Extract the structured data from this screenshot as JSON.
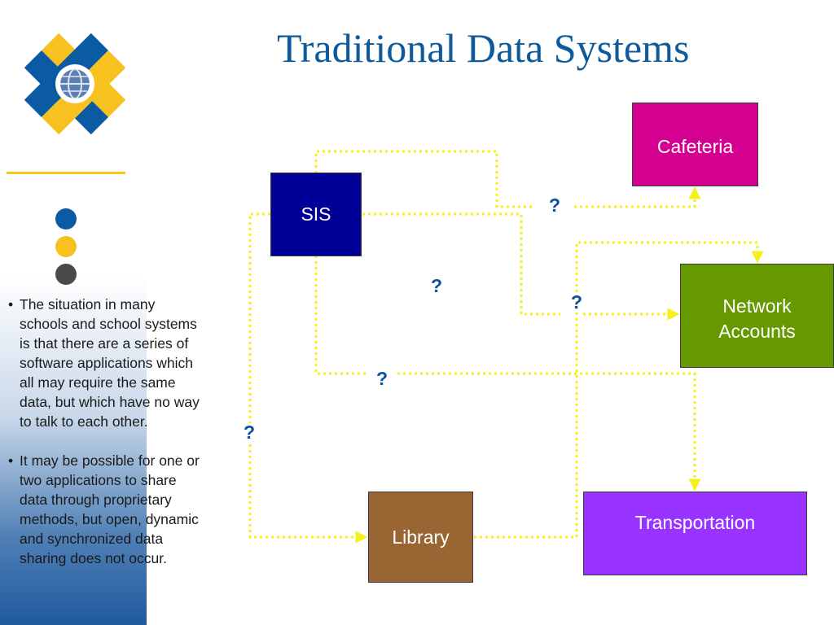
{
  "slide": {
    "title": "Traditional Data Systems",
    "bullets": [
      "The situation in many schools and school systems is that there are a series of software applications which all may require the same data, but which have no way to talk to each other.",
      "It may be possible for one or two applications to share data through proprietary methods, but open, dynamic and synchronized data sharing does not occur."
    ],
    "bullet_mark": "•"
  },
  "diagram": {
    "nodes": {
      "sis": {
        "label": "SIS",
        "color": "#000099"
      },
      "cafeteria": {
        "label": "Cafeteria",
        "color": "#d4008f"
      },
      "network": {
        "label": "Network\nAccounts",
        "color": "#669900"
      },
      "library": {
        "label": "Library",
        "color": "#996633"
      },
      "transportation": {
        "label": "Transportation",
        "color": "#9933ff"
      }
    },
    "question_mark": "?",
    "connector_color": "#f5ef1a"
  },
  "colors": {
    "title": "#0e5a9c",
    "logo_blue": "#0b5ba4",
    "logo_yellow": "#f7c21f",
    "accent_gray": "#4a4a4a"
  }
}
